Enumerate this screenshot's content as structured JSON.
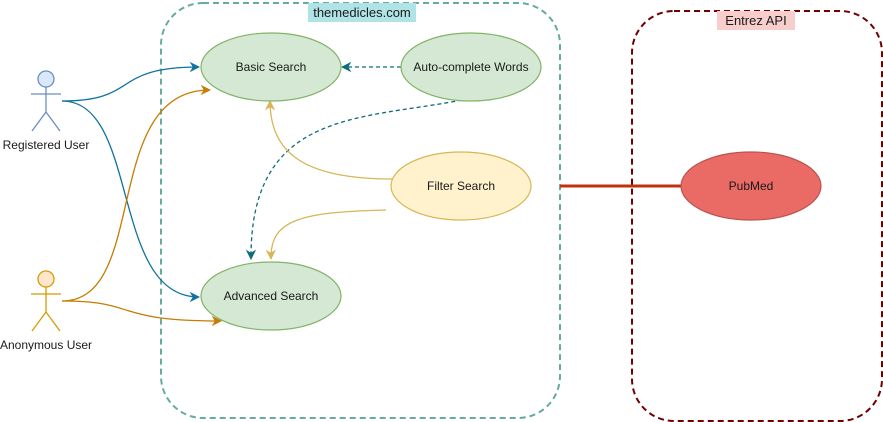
{
  "containers": {
    "themedicles": {
      "label": "themedicles.com",
      "border_color": "#67AB9F",
      "label_bg": "#B0E3E6"
    },
    "entrez": {
      "label": "Entrez API",
      "border_color": "#6F0000",
      "label_bg": "#F8CECC"
    }
  },
  "actors": {
    "registered": {
      "label": "Registered User",
      "fill": "#DAE8FC",
      "stroke": "#6C8EBF"
    },
    "anonymous": {
      "label": "Anonymous User",
      "fill": "#FFE6CC",
      "stroke": "#D79B00"
    }
  },
  "use_cases": {
    "basic_search": {
      "label": "Basic Search",
      "fill": "#D5E8D4",
      "stroke": "#82B366"
    },
    "auto_complete": {
      "label": "Auto-complete Words",
      "fill": "#D5E8D4",
      "stroke": "#82B366"
    },
    "filter_search": {
      "label": "Filter Search",
      "fill": "#FFF2CC",
      "stroke": "#D6B656"
    },
    "advanced_search": {
      "label": "Advanced Search",
      "fill": "#D5E8D4",
      "stroke": "#82B366"
    },
    "pubmed": {
      "label": "PubMed",
      "fill": "#EA6B66",
      "stroke": "#B85450"
    }
  },
  "edge_colors": {
    "registered": "#10739E",
    "anonymous": "#C77C02",
    "auto_complete": "#0E6B7A",
    "filter": "#D6B656",
    "pubmed_link": "#C0320D"
  }
}
